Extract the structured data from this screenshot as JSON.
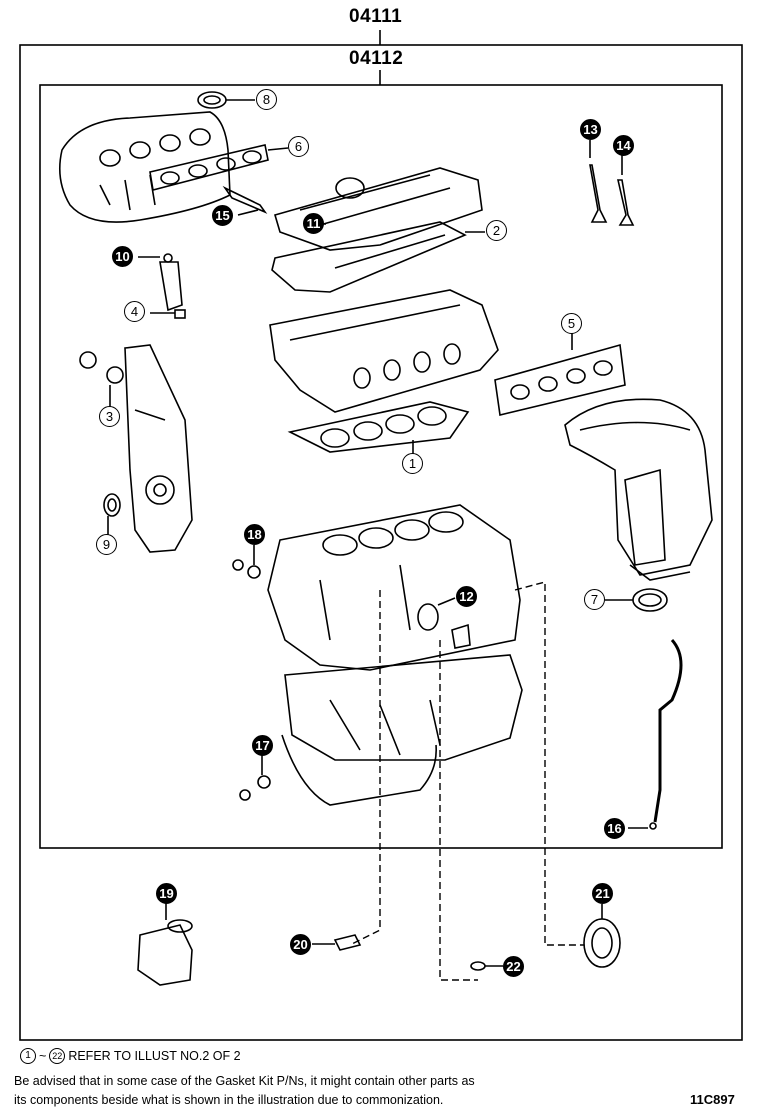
{
  "part_numbers": {
    "outer": "04111",
    "inner": "04112"
  },
  "callouts": {
    "c1": "1",
    "c2": "2",
    "c3": "3",
    "c4": "4",
    "c5": "5",
    "c6": "6",
    "c7": "7",
    "c8": "8",
    "c9": "9",
    "c10": "10",
    "c11": "11",
    "c12": "12",
    "c13": "13",
    "c14": "14",
    "c15": "15",
    "c16": "16",
    "c17": "17",
    "c18": "18",
    "c19": "19",
    "c20": "20",
    "c21": "21",
    "c22": "22"
  },
  "footer": {
    "refer_start": "1",
    "refer_tilde": "~",
    "refer_end": "22",
    "refer_text": "REFER TO ILLUST NO.2 OF 2",
    "advisory_line1": "Be advised that in some case of the Gasket Kit P/Ns,  it might contain other parts as",
    "advisory_line2": "its components beside what is shown in the illustration due to commonization.",
    "illustration_code": "11C897"
  }
}
